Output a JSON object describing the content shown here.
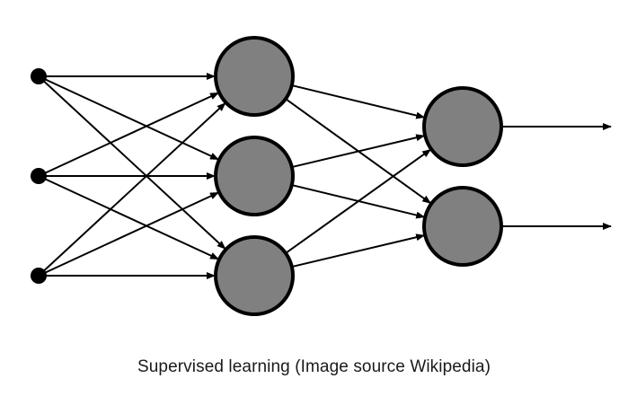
{
  "caption": "Supervised learning (Image source Wikipedia)",
  "colors": {
    "background": "#ffffff",
    "node_fill": "#808080",
    "node_stroke": "#000000",
    "edge": "#000000",
    "input_dot": "#000000"
  },
  "network": {
    "layers": [
      {
        "name": "input",
        "nodes": 3
      },
      {
        "name": "hidden",
        "nodes": 3
      },
      {
        "name": "output",
        "nodes": 2
      }
    ],
    "connectivity": "fully-connected",
    "output_arrows": 2
  }
}
